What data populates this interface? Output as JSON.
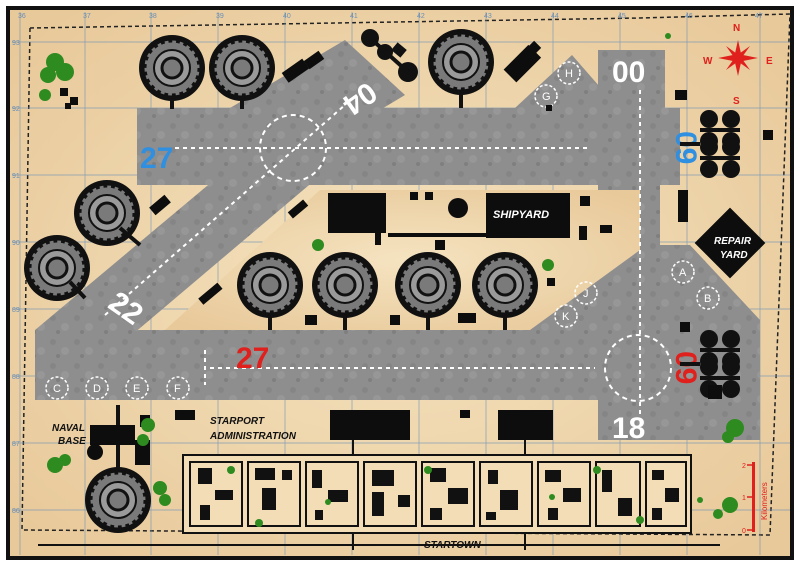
{
  "map": {
    "labels": {
      "shipyard": "SHIPYARD",
      "repair_yard_line1": "REPAIR",
      "repair_yard_line2": "YARD",
      "naval_base_line1": "NAVAL",
      "naval_base_line2": "BASE",
      "starport_admin_line1": "STARPORT",
      "starport_admin_line2": "ADMINISTRATION",
      "startown": "STARTOWN"
    },
    "runways": {
      "r27_top": "27",
      "r09_top": "09",
      "r27_bottom": "27",
      "r09_bottom": "09",
      "r00": "00",
      "r18": "18",
      "r04": "04",
      "r22": "22"
    },
    "runway_colors": {
      "blue": "#2f8fe0",
      "red": "#e0201c",
      "white": "#ffffff"
    },
    "landing_slots": [
      "A",
      "B",
      "C",
      "D",
      "E",
      "F",
      "G",
      "H",
      "J",
      "K"
    ],
    "compass": {
      "n": "N",
      "e": "E",
      "s": "S",
      "w": "W",
      "color": "#e0201c"
    },
    "scale": {
      "unit": "Kilometers",
      "ticks": [
        "0",
        "1",
        "2"
      ]
    },
    "grid": {
      "cols_top": [
        "36",
        "37",
        "38",
        "39",
        "40",
        "41",
        "42",
        "43",
        "44",
        "45",
        "46",
        "47"
      ],
      "rows_left": [
        "93",
        "92",
        "91",
        "90",
        "89",
        "88",
        "87",
        "86"
      ]
    },
    "colors": {
      "paper": "#f0d9b0",
      "tarmac": "#8f8f8f",
      "building": "#0d0d0d",
      "tree": "#2e8b1f",
      "grid": "#6a8fb6"
    }
  }
}
